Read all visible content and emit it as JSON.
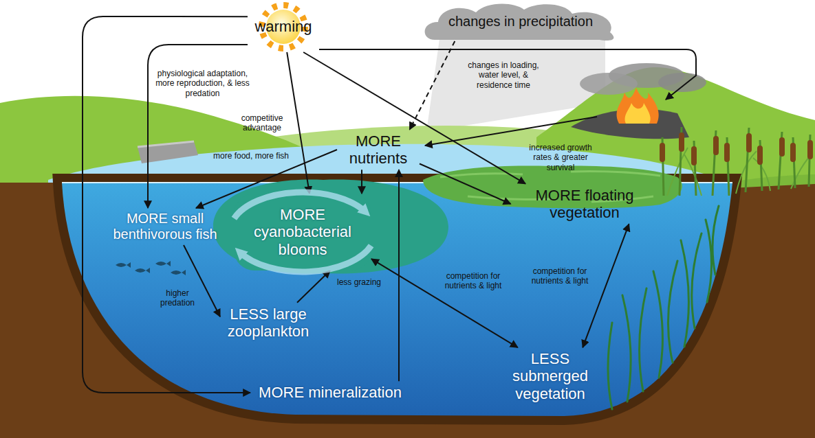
{
  "diagram": {
    "nodes": [
      {
        "text": [
          "warming"
        ]
      },
      {
        "text": [
          "changes in precipitation"
        ]
      },
      {
        "text": [
          "MORE nutrients"
        ]
      },
      {
        "text": [
          "MORE small benthivorous fish"
        ]
      },
      {
        "text": [
          "MORE cyanobacterial blooms"
        ]
      },
      {
        "text": [
          "MORE floating vegetation"
        ]
      },
      {
        "text": [
          "LESS large zooplankton"
        ]
      },
      {
        "text": [
          "LESS submerged vegetation"
        ]
      },
      {
        "text": [
          "MORE mineralization"
        ]
      }
    ],
    "edges": [
      {
        "from": 0,
        "to": 3,
        "label": "physiological adaptation, more reproduction, & less predation",
        "arrow": "to"
      },
      {
        "from": 0,
        "to": 4,
        "label": "competitive advantage",
        "arrow": "to"
      },
      {
        "from": 0,
        "to": 5,
        "label": "increased growth rates & greater survival",
        "arrow": "to"
      },
      {
        "from": 0,
        "to": 8,
        "arrow": "to"
      },
      {
        "from": 1,
        "to": 2,
        "label": "changes in loading, water level, & residence time",
        "arrow": "to"
      },
      {
        "from": 2,
        "to": 3,
        "label": "more food, more fish",
        "arrow": "to"
      },
      {
        "from": 2,
        "to": 4,
        "arrow": "to"
      },
      {
        "from": 2,
        "to": 5,
        "arrow": "to"
      },
      {
        "from": 8,
        "to": 2,
        "arrow": "to"
      },
      {
        "from": 3,
        "to": 6,
        "label": "higher predation",
        "arrow": "to"
      },
      {
        "from": 6,
        "to": 4,
        "label": "less grazing",
        "arrow": "to"
      },
      {
        "from": 4,
        "to": 7,
        "label": "competition for nutrients & light",
        "arrow": "both"
      },
      {
        "from": 5,
        "to": 7,
        "label": "competition for nutrients & light",
        "arrow": "both"
      }
    ]
  }
}
